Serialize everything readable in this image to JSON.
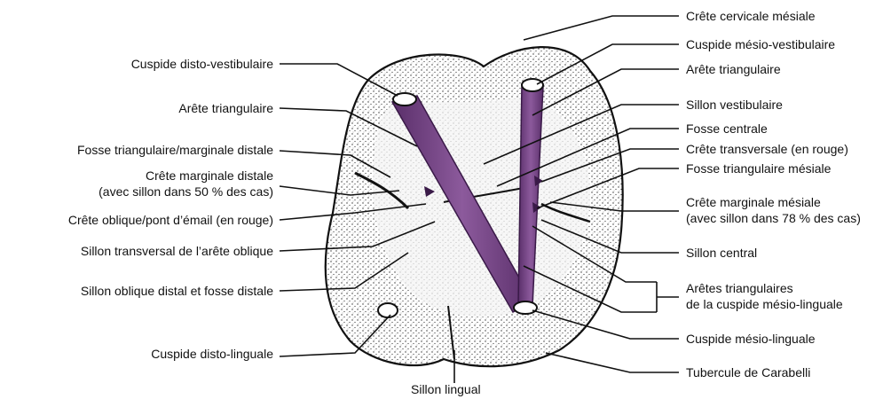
{
  "colors": {
    "ink": "#111111",
    "ridge": "#6b3f7a",
    "ridge_dark": "#4a2458",
    "paper": "#ffffff",
    "tooth": "#f2f2f2"
  },
  "labels_left": {
    "cuspide_disto_vestibulaire": "Cuspide disto-vestibulaire",
    "arete_triangulaire": "Arête triangulaire",
    "fosse_triangulaire_distale": "Fosse triangulaire/marginale distale",
    "crete_marginale_distale_1": "Crête marginale distale",
    "crete_marginale_distale_2": "(avec sillon dans 50 % des cas)",
    "crete_oblique": "Crête oblique/pont d’émail (en rouge)",
    "sillon_transversal": "Sillon transversal de l’arête oblique",
    "sillon_oblique_distal": "Sillon oblique distal et fosse distale",
    "cuspide_disto_linguale": "Cuspide disto-linguale"
  },
  "labels_right": {
    "crete_cervicale_mesiale": "Crête cervicale mésiale",
    "cuspide_mesio_vestibulaire": "Cuspide mésio-vestibulaire",
    "arete_triangulaire": "Arête triangulaire",
    "sillon_vestibulaire": "Sillon vestibulaire",
    "fosse_centrale": "Fosse centrale",
    "crete_transversale": "Crête transversale (en rouge)",
    "fosse_triangulaire_mesiale": "Fosse triangulaire mésiale",
    "crete_marginale_mesiale_1": "Crête marginale mésiale",
    "crete_marginale_mesiale_2": "(avec sillon dans 78 % des cas)",
    "sillon_central": "Sillon central",
    "aretes_triangulaires_1": "Arêtes triangulaires",
    "aretes_triangulaires_2": "de la cuspide mésio-linguale",
    "cuspide_mesio_linguale": "Cuspide mésio-linguale",
    "tubercule_carabelli": "Tubercule de Carabelli"
  },
  "labels_bottom": {
    "sillon_lingual": "Sillon lingual"
  }
}
